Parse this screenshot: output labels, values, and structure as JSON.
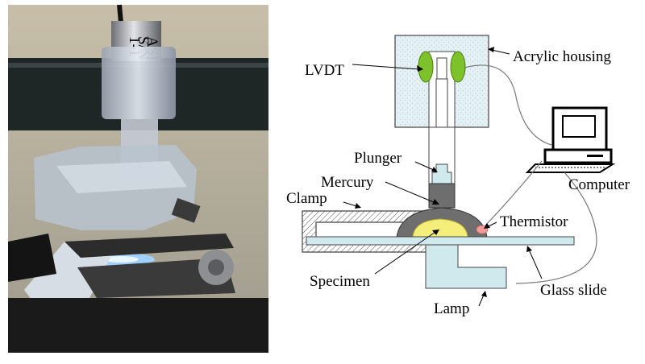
{
  "photo": {
    "label_lines": [
      "ASI",
      "S/N",
      "1-1"
    ]
  },
  "diagram": {
    "labels": {
      "lvdt": "LVDT",
      "acrylic_housing": "Acrylic housing",
      "plunger": "Plunger",
      "mercury": "Mercury",
      "clamp": "Clamp",
      "computer": "Computer",
      "thermistor": "Thermistor",
      "specimen": "Specimen",
      "glass_slide": "Glass slide",
      "lamp": "Lamp"
    },
    "colors": {
      "lvdt_coil": "#7dc22a",
      "mercury": "#6e6e6e",
      "specimen": "#f4ef7a",
      "thermistor": "#f39a9a",
      "glass": "#cfe9ec",
      "acrylic": "#e4f1f4"
    }
  }
}
